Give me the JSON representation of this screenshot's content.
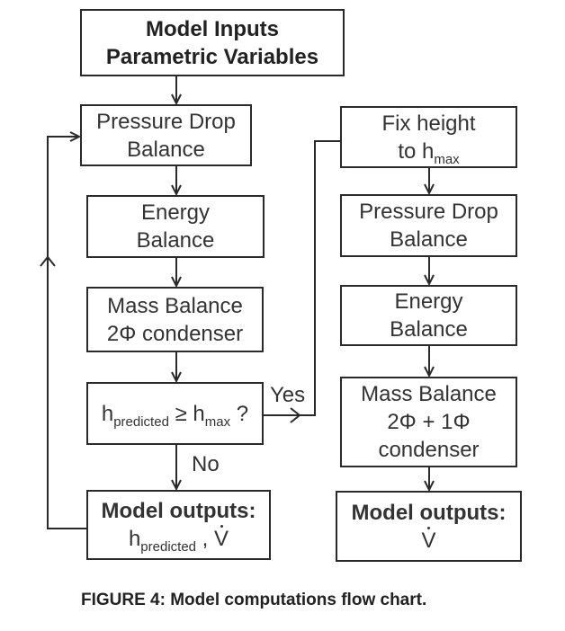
{
  "diagram": {
    "inputs": {
      "line1": "Model Inputs",
      "line2": "Parametric Variables"
    },
    "left": {
      "pressure_drop": {
        "line1": "Pressure Drop",
        "line2": "Balance"
      },
      "energy": {
        "line1": "Energy",
        "line2": "Balance"
      },
      "mass": {
        "line1": "Mass Balance",
        "line2": "2Φ condenser"
      },
      "decision": {
        "h": "h",
        "sub1": "predicted",
        "op": " ≥ h",
        "sub2": "max",
        "q": " ?"
      },
      "outputs": {
        "title": "Model outputs:",
        "h": "h",
        "sub": "predicted",
        "sep": " , ",
        "v": "V"
      }
    },
    "right": {
      "fix_height": {
        "line1": "Fix height",
        "line2": "to h",
        "sub": "max"
      },
      "pressure_drop": {
        "line1": "Pressure Drop",
        "line2": "Balance"
      },
      "energy": {
        "line1": "Energy",
        "line2": "Balance"
      },
      "mass": {
        "line1": "Mass Balance",
        "line2": "2Φ + 1Φ",
        "line3": "condenser"
      },
      "outputs": {
        "title": "Model outputs:",
        "v": "V"
      }
    },
    "edge_labels": {
      "yes": "Yes",
      "no": "No"
    }
  },
  "caption": "FIGURE 4: Model computations flow chart."
}
